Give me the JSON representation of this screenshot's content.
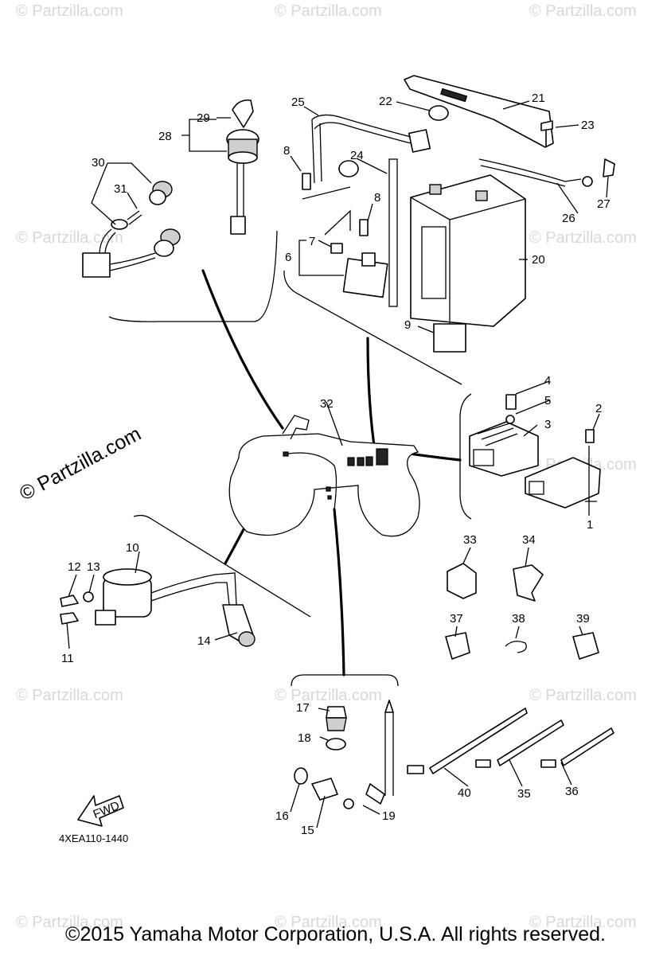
{
  "watermark": "© Partzilla.com",
  "side_watermark": "© Partzilla.com",
  "fwd_label": "FWD",
  "diagram_code": "4XEA110-1440",
  "copyright": "©2015 Yamaha Motor Corporation, U.S.A. All rights reserved.",
  "callouts": {
    "c1": "1",
    "c2": "2",
    "c3": "3",
    "c4": "4",
    "c5": "5",
    "c6": "6",
    "c7": "7",
    "c8a": "8",
    "c8b": "8",
    "c9": "9",
    "c10": "10",
    "c11": "11",
    "c12": "12",
    "c13": "13",
    "c14": "14",
    "c15": "15",
    "c16": "16",
    "c17": "17",
    "c18": "18",
    "c19": "19",
    "c20": "20",
    "c21": "21",
    "c22": "22",
    "c23": "23",
    "c24": "24",
    "c25": "25",
    "c26": "26",
    "c27": "27",
    "c28": "28",
    "c29": "29",
    "c30": "30",
    "c31": "31",
    "c32": "32",
    "c33": "33",
    "c34": "34",
    "c35": "35",
    "c36": "36",
    "c37": "37",
    "c38": "38",
    "c39": "39",
    "c40": "40"
  }
}
